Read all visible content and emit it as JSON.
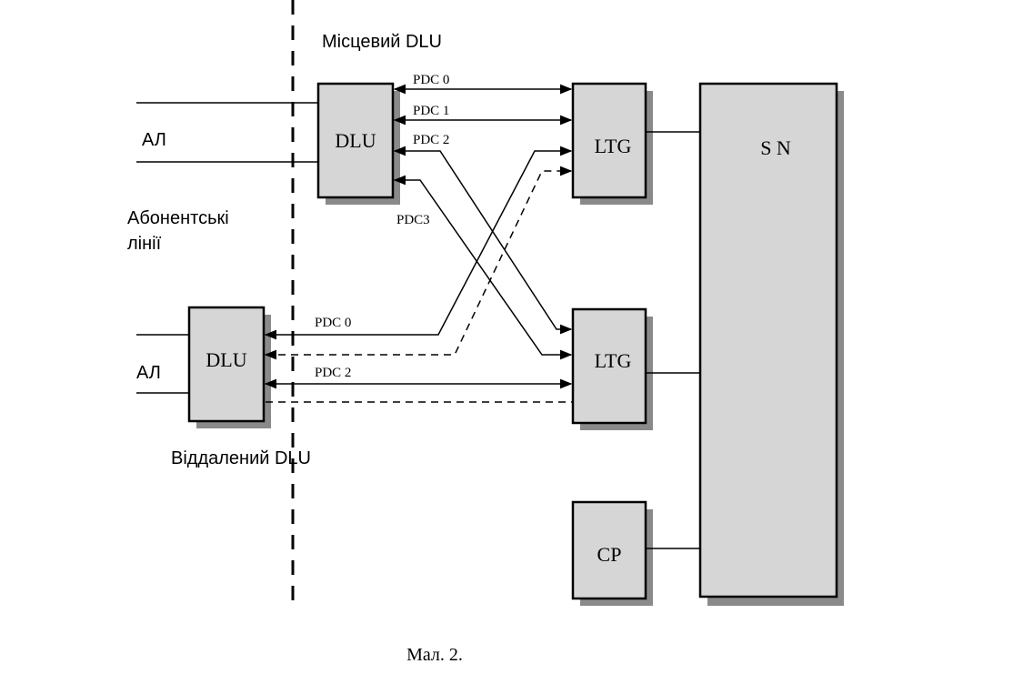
{
  "labels": {
    "local_dlu": "Місцевий  DLU",
    "remote_dlu": "Віддалений DLU",
    "subscriber_lines_1": "Абонентські",
    "subscriber_lines_2": "лінії",
    "al_top": "АЛ",
    "al_bottom": "АЛ",
    "caption": "Мал. 2."
  },
  "blocks": {
    "dlu_local": "DLU",
    "dlu_remote": "DLU",
    "ltg_top": "LTG",
    "ltg_bottom": "LTG",
    "sn": "S N",
    "cp": "CP"
  },
  "channels": {
    "local_pdc0": "PDC 0",
    "local_pdc1": "PDC 1",
    "local_pdc2": "PDC 2",
    "local_pdc3": "PDC3",
    "remote_pdc0": "PDC 0",
    "remote_pdc2": "PDC 2"
  }
}
